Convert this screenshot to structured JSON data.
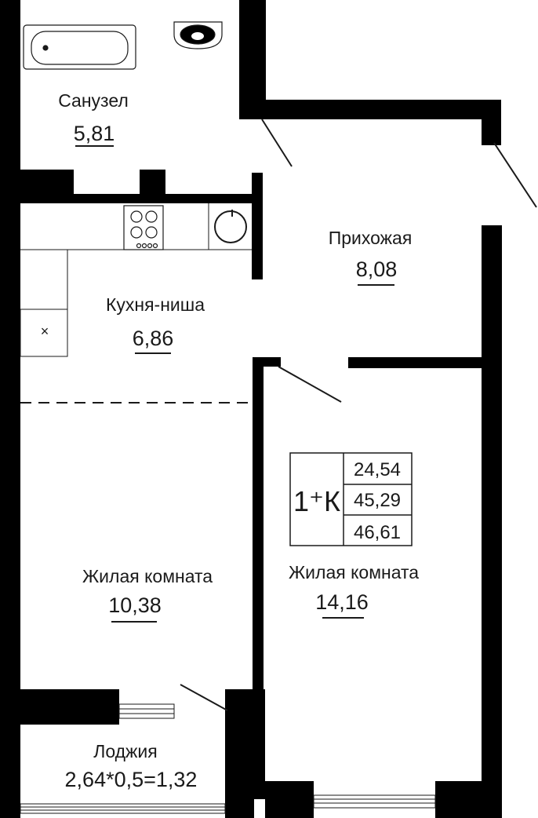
{
  "colors": {
    "wall": "#000000",
    "line": "#1a1a1a",
    "background": "#ffffff"
  },
  "rooms": [
    {
      "id": "bathroom",
      "name": "Санузел",
      "area": "5,81"
    },
    {
      "id": "hallway",
      "name": "Прихожая",
      "area": "8,08"
    },
    {
      "id": "kitchen",
      "name": "Кухня-ниша",
      "area": "6,86"
    },
    {
      "id": "living-room-1",
      "name": "Жилая комната",
      "area": "10,38"
    },
    {
      "id": "living-room-2",
      "name": "Жилая комната",
      "area": "14,16"
    },
    {
      "id": "loggia",
      "name": "Лоджия",
      "area": "2,64*0,5=1,32"
    }
  ],
  "summary": {
    "type": "1⁺К",
    "living_area": "24,54",
    "total_area": "45,29",
    "total_with_loggia": "46,61"
  },
  "fixtures": {
    "fridge_mark": "×"
  },
  "icons": [
    "bathtub-icon",
    "toilet-icon",
    "stove-icon",
    "sink-icon"
  ]
}
